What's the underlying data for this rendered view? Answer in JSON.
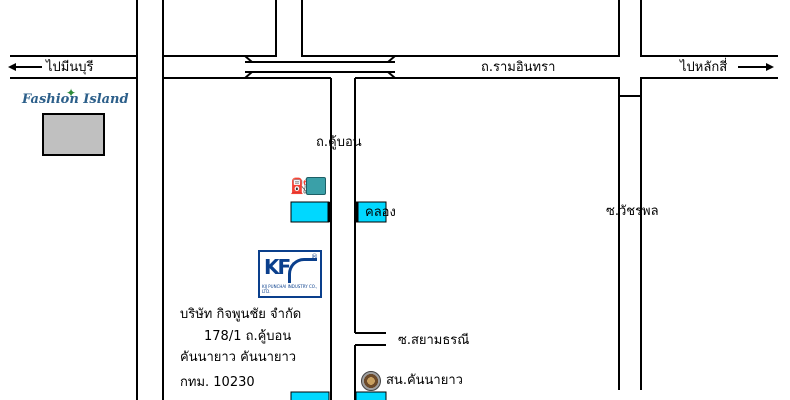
{
  "labels": {
    "to_minburi": "ไปมีนบุรี",
    "to_laksi": "ไปหลักสี่",
    "ramintra_road": "ถ.รามอินทรา",
    "khubon_road": "ถ.คู้บอน",
    "khlong": "คลอง",
    "watcharaphon": "ซ.วัชรพล",
    "sayamtharani": "ซ.สยามธรณี",
    "police_station": "สน.คันนายาว",
    "fashion_island": "Fashion Island"
  },
  "company": {
    "name": "บริษัท กิจพูนชัย จำกัด",
    "address_line1": "178/1 ถ.คู้บอน",
    "address_line2": "คันนายาว คันนายาว",
    "address_line3": "กทม. 10230",
    "logo_text": "KF",
    "logo_small_text": "KIJ PUNCHAI INDUSTRY CO., LTD."
  },
  "icons": {
    "arrow_left": "arrow-left-icon",
    "arrow_right": "arrow-right-icon",
    "fuel": "fuel-pump-icon",
    "police": "police-emblem-icon",
    "fi_bird": "bird-icon"
  },
  "colors": {
    "road_line": "#000000",
    "bridge_fill": "#00d8ff",
    "building_fill": "#c0c0c0",
    "logo_blue": "#0a3f8c"
  }
}
